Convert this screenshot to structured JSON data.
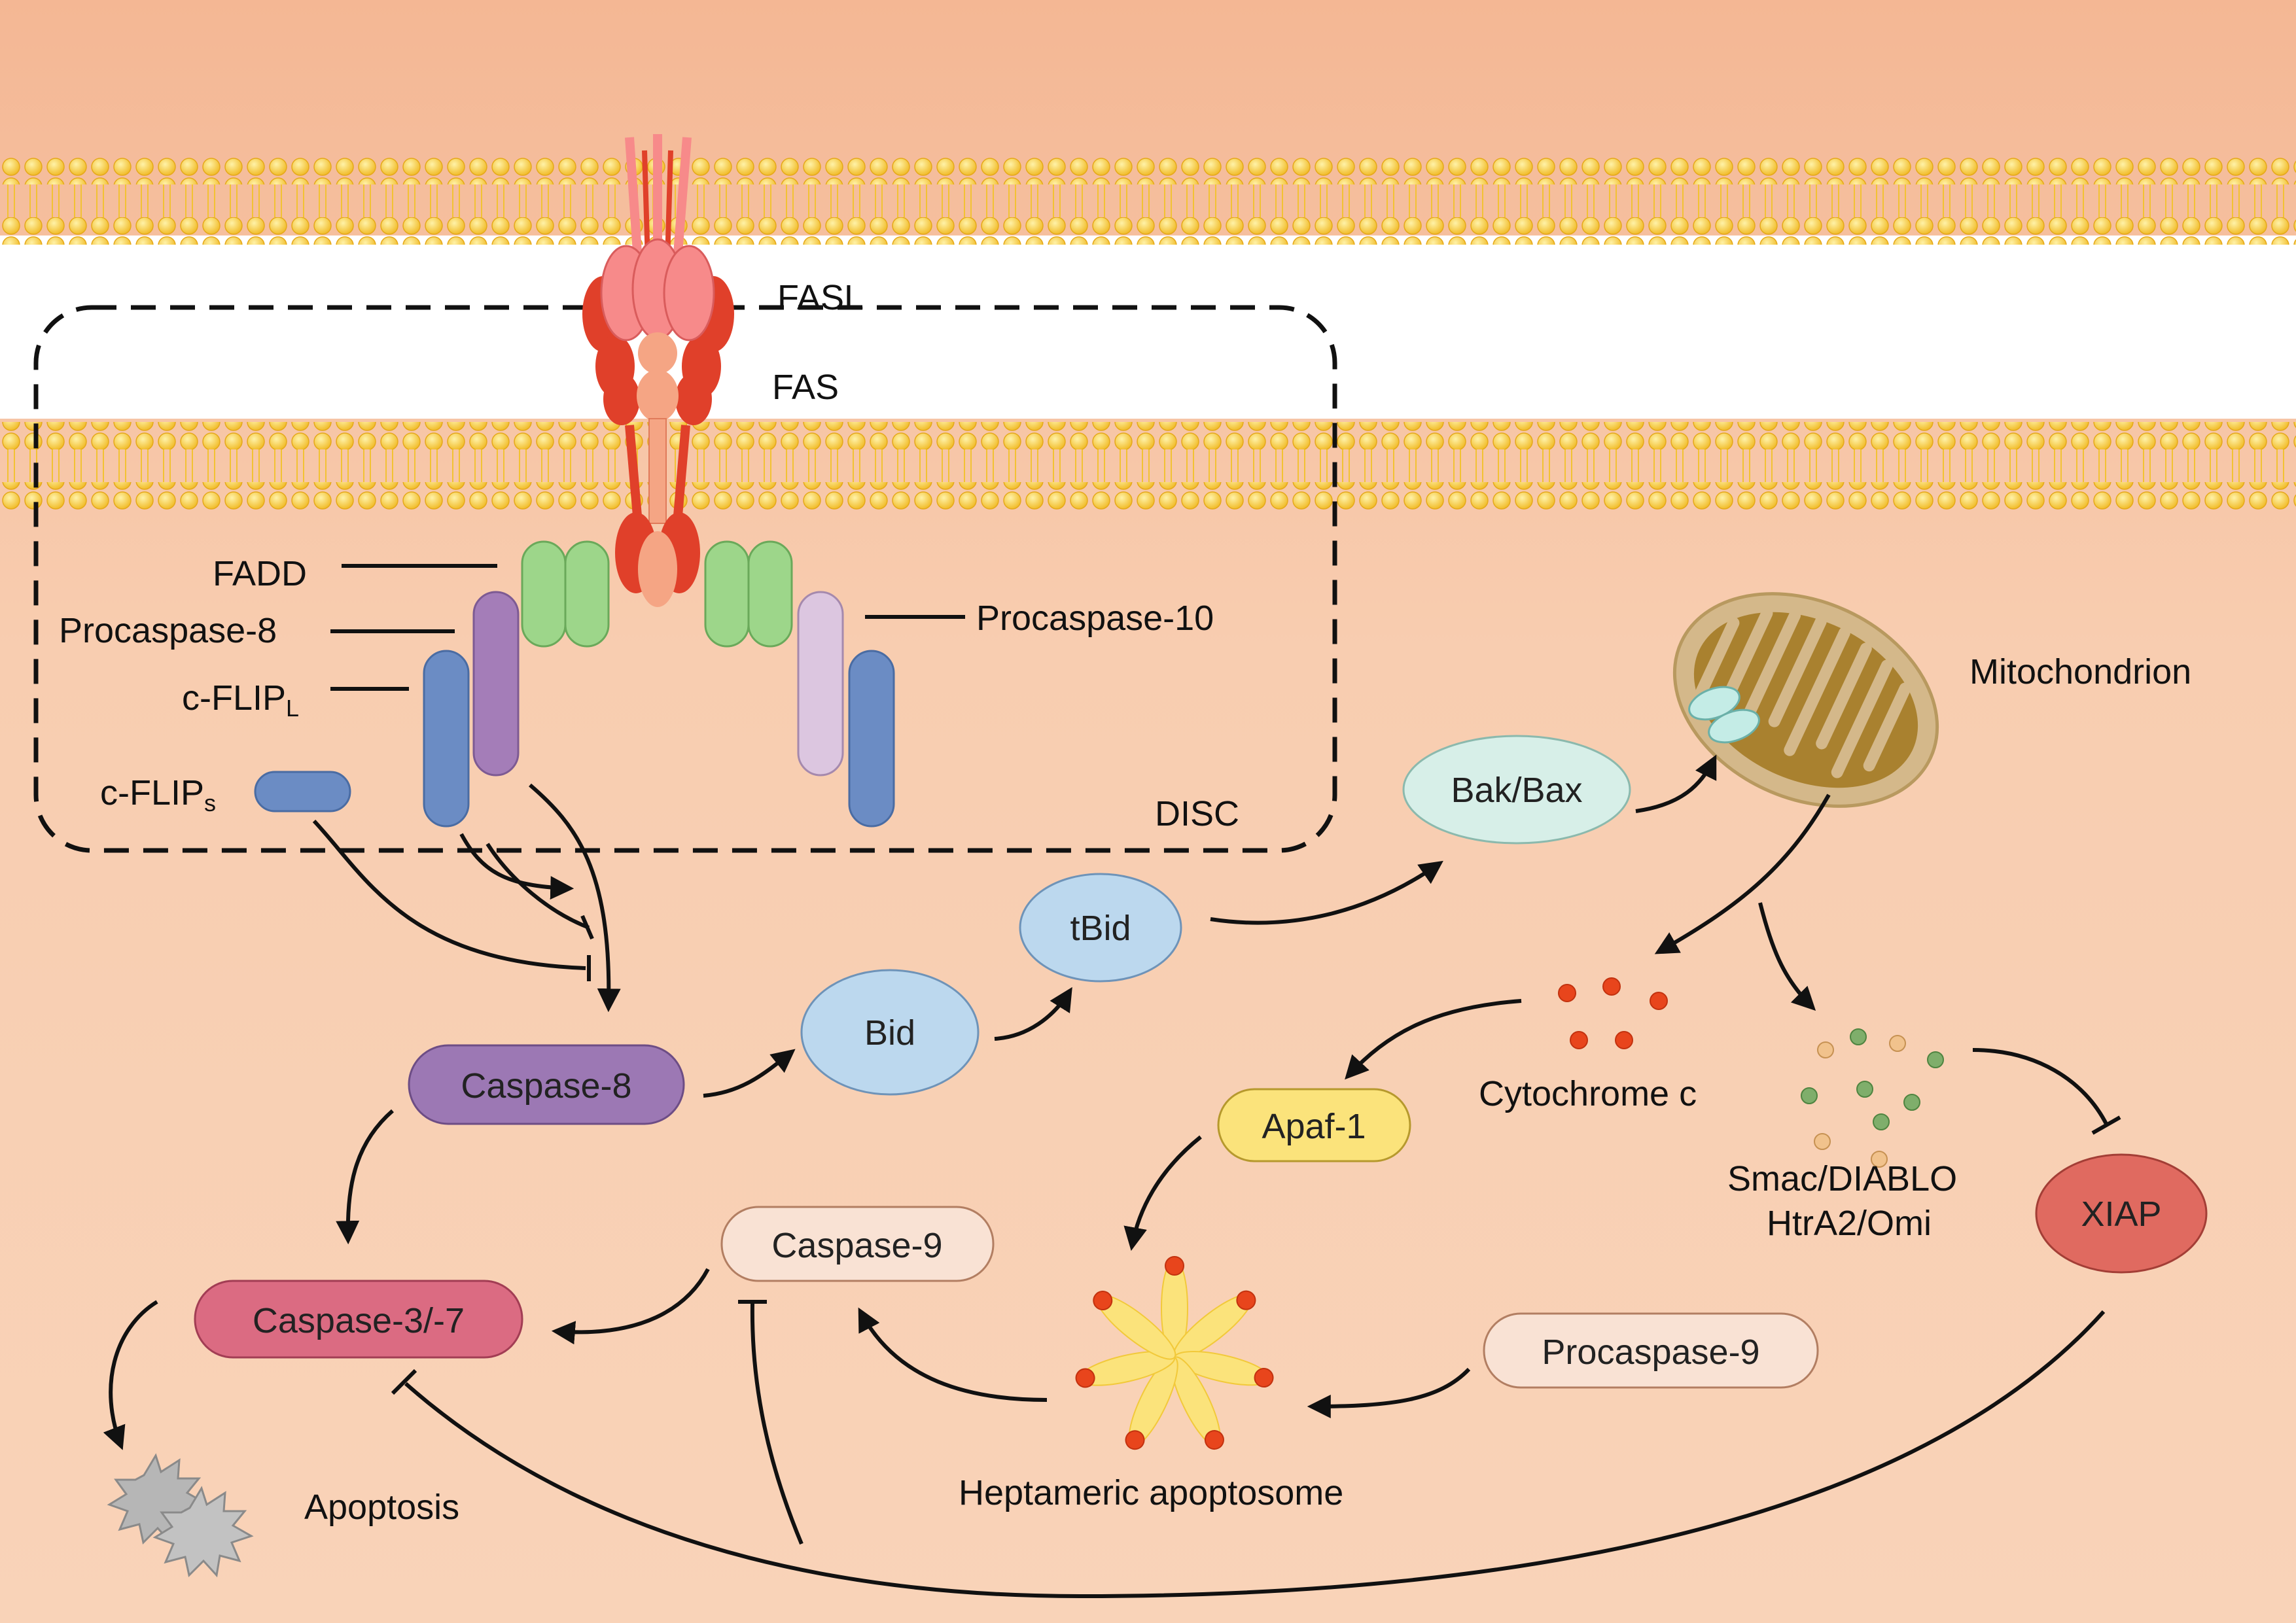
{
  "labels": {
    "fasl": "FASL",
    "fas": "FAS",
    "fadd": "FADD",
    "procaspase8": "Procaspase-8",
    "cflipl_main": "c-FLIP",
    "cflipl_sub": "L",
    "cflips_main": "c-FLIP",
    "cflips_sub": "s",
    "procaspase10": "Procaspase-10",
    "disc": "DISC",
    "mitochondrion": "Mitochondrion",
    "cytochrome_c": "Cytochrome c",
    "smac_line1": "Smac/DIABLO",
    "smac_line2": "HtrA2/Omi",
    "heptameric": "Heptameric  apoptosome",
    "apoptosis": "Apoptosis"
  },
  "nodes": {
    "caspase8": "Caspase-8",
    "bid": "Bid",
    "tbid": "tBid",
    "bakbax": "Bak/Bax",
    "apaf1": "Apaf-1",
    "caspase9": "Caspase-9",
    "caspase37": "Caspase-3/-7",
    "xiap": "XIAP",
    "procaspase9": "Procaspase-9"
  },
  "colors": {
    "background": "#f7c8a8",
    "membrane_gap": "#ffffff",
    "lipid_head": "#f7c843",
    "fadd": "#9dd68a",
    "procaspase8": "#a47db8",
    "cflip": "#6b8cc4",
    "procaspase10": "#dcc6e0",
    "caspase8": "#9c78b4",
    "bid": "#bcd8ee",
    "bakbax": "#d7efe8",
    "apaf1": "#fbe37b",
    "caspase9": "#f9e2d4",
    "caspase37": "#db6b82",
    "xiap": "#e06a60",
    "fasl_red": "#e0402a",
    "fasl_pink": "#f78a8a",
    "fas_light": "#f5a584",
    "mito_outer": "#d4b88a",
    "mito_inner": "#a9812f"
  }
}
